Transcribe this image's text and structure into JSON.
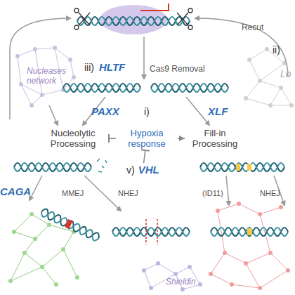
{
  "diagram": {
    "nodes": [
      {
        "text": [
          "Nucleolytic Processing"
        ]
      },
      {
        "text": [
          "Hypoxia response"
        ]
      },
      {
        "text": [
          "Fill-in Processing"
        ]
      },
      {
        "text": [
          "v)",
          "VHL"
        ]
      }
    ],
    "edges": [
      {
        "from": 1,
        "to": 0,
        "arrow": "to"
      },
      {
        "from": 1,
        "to": 2,
        "arrow": "to"
      },
      {
        "from": 3,
        "to": 1,
        "arrow": "to"
      }
    ],
    "labels": [
      "Recut",
      "ii)",
      "Lo",
      "iii)",
      "HLTF",
      "Cas9 Removal",
      "Nucleases network",
      "PAXX",
      "i)",
      "XLF",
      "CAGA",
      "MMEJ",
      "NHEJ",
      "(ID11)",
      "NHEJ",
      "Shieldin"
    ]
  }
}
